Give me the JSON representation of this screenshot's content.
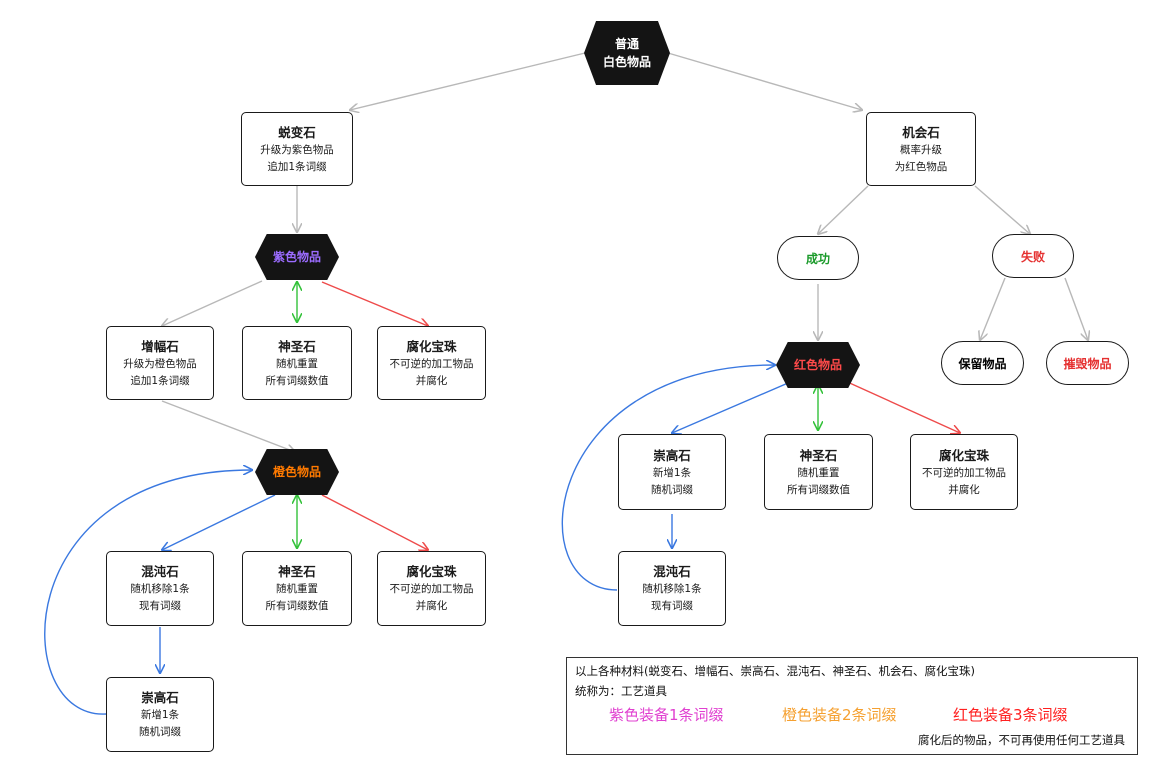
{
  "root": {
    "line1": "普通",
    "line2": "白色物品"
  },
  "left": {
    "mutation": {
      "title": "蜕变石",
      "line1": "升级为紫色物品",
      "line2": "追加1条词缀"
    },
    "purple_hex": {
      "label": "紫色物品",
      "color": "#9b6cff"
    },
    "augment": {
      "title": "增幅石",
      "line1": "升级为橙色物品",
      "line2": "追加1条词缀"
    },
    "divine1": {
      "title": "神圣石",
      "line1": "随机重置",
      "line2": "所有词缀数值"
    },
    "corrupt1": {
      "title": "腐化宝珠",
      "line1": "不可逆的加工物品",
      "line2": "并腐化"
    },
    "orange_hex": {
      "label": "橙色物品",
      "color": "#ff7a00"
    },
    "chaos": {
      "title": "混沌石",
      "line1": "随机移除1条",
      "line2": "现有词缀"
    },
    "divine2": {
      "title": "神圣石",
      "line1": "随机重置",
      "line2": "所有词缀数值"
    },
    "corrupt2": {
      "title": "腐化宝珠",
      "line1": "不可逆的加工物品",
      "line2": "并腐化"
    },
    "exalt": {
      "title": "崇高石",
      "line1": "新增1条",
      "line2": "随机词缀"
    }
  },
  "right": {
    "chance": {
      "title": "机会石",
      "line1": "概率升级",
      "line2": "为红色物品"
    },
    "success": {
      "label": "成功",
      "color": "#1a9a2a"
    },
    "fail": {
      "label": "失败",
      "color": "#e53030"
    },
    "keep": {
      "label": "保留物品"
    },
    "destroy": {
      "label": "摧毁物品",
      "color": "#e53030"
    },
    "red_hex": {
      "label": "红色物品",
      "color": "#ff4a4a"
    },
    "exalt": {
      "title": "崇高石",
      "line1": "新增1条",
      "line2": "随机词缀"
    },
    "divine": {
      "title": "神圣石",
      "line1": "随机重置",
      "line2": "所有词缀数值"
    },
    "corrupt": {
      "title": "腐化宝珠",
      "line1": "不可逆的加工物品",
      "line2": "并腐化"
    },
    "chaos": {
      "title": "混沌石",
      "line1": "随机移除1条",
      "line2": "现有词缀"
    }
  },
  "note": {
    "line1": "以上各种材料(蜕变石、增幅石、崇高石、混沌石、神圣石、机会石、腐化宝珠)",
    "line2": "统称为：工艺道具",
    "purple": "紫色装备1条词缀",
    "orange": "橙色装备2条词缀",
    "red": "红色装备3条词缀",
    "line4": "腐化后的物品，不可再使用任何工艺道具"
  },
  "colors": {
    "gray_arrow": "#b8b8b8",
    "blue_arrow": "#3a78e0",
    "green_arrow": "#34c23a",
    "red_arrow": "#ee4a4a",
    "note_purple": "#e040d0",
    "note_orange": "#f5a030",
    "note_red": "#ff2020"
  }
}
